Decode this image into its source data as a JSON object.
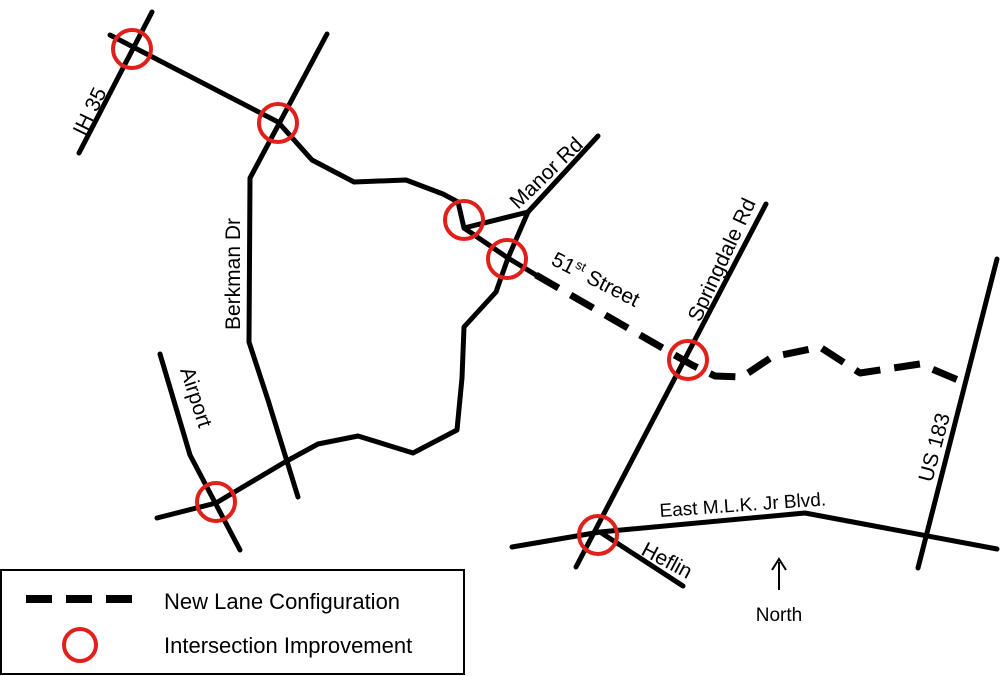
{
  "colors": {
    "road": "#000000",
    "improvement": "#e0201b",
    "background": "#ffffff"
  },
  "roads": {
    "ih35": "IH 35",
    "berkman": "Berkman Dr",
    "manor": "Manor Rd",
    "fifty_first_number": "51",
    "fifty_first_suffix": "st",
    "fifty_first_word": " Street",
    "springdale": "Springdale Rd",
    "airport": "Airport",
    "mlk": "East M.L.K. Jr Blvd.",
    "heflin": "Heflin",
    "us183": "US 183"
  },
  "compass": {
    "label": "North",
    "icon": "north-arrow-icon"
  },
  "legend": {
    "items": [
      {
        "symbol": "dashed-line-icon",
        "label": "New Lane Configuration"
      },
      {
        "symbol": "red-circle-icon",
        "label": "Intersection Improvement"
      }
    ]
  }
}
